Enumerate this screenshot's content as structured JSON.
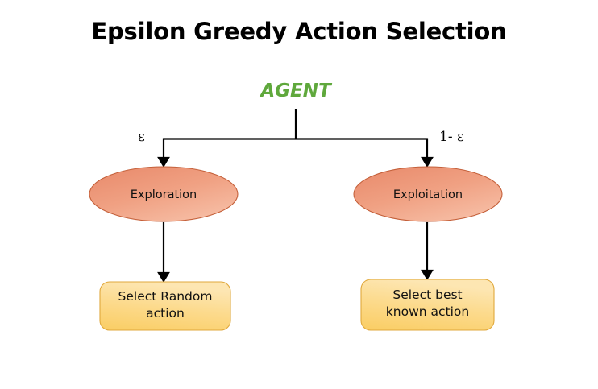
{
  "page": {
    "title": "Epsilon Greedy Action Selection",
    "background_color": "#ffffff"
  },
  "diagram": {
    "type": "flowchart",
    "root": {
      "label": "AGENT",
      "color": "#5FA83C"
    },
    "branches": [
      {
        "side": "left",
        "edge_label": "ε",
        "decision": {
          "label": "Exploration",
          "shape": "ellipse",
          "fill_start": "#EC9470",
          "fill_end": "#F5B89C",
          "stroke": "#C4603A"
        },
        "outcome": {
          "label_line1": "Select Random",
          "label_line2": "action",
          "shape": "rounded-rectangle",
          "fill_start": "#FBD071",
          "fill_end": "#FDE4A6",
          "stroke": "#E0A83C"
        }
      },
      {
        "side": "right",
        "edge_label": "1- ε",
        "decision": {
          "label": "Exploitation",
          "shape": "ellipse",
          "fill_start": "#EC9470",
          "fill_end": "#F5B89C",
          "stroke": "#C4603A"
        },
        "outcome": {
          "label_line1": "Select best",
          "label_line2": "known action",
          "shape": "rounded-rectangle",
          "fill_start": "#FBD071",
          "fill_end": "#FDE4A6",
          "stroke": "#E0A83C"
        }
      }
    ],
    "connector_color": "#000000"
  }
}
